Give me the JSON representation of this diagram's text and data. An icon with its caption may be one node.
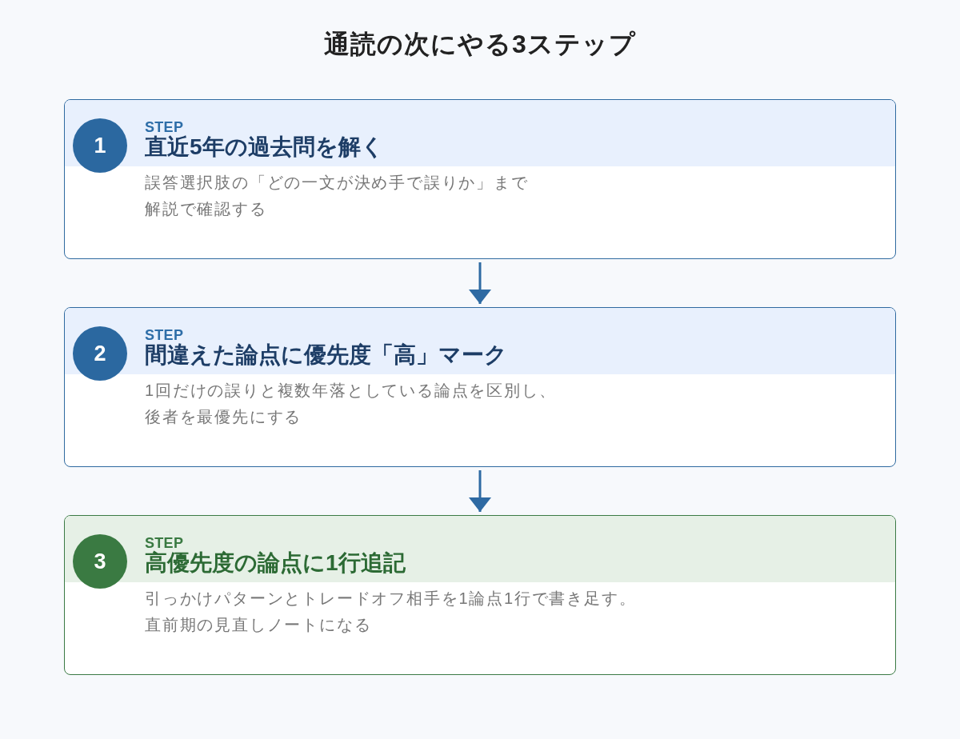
{
  "diagram": {
    "title": "通読の次にやる3ステップ",
    "nodes": [
      {
        "text": [
          "STEP",
          "直近5年の過去問を解く",
          "誤答選択肢の「どの一文が決め手で誤りか」まで解説で確認する"
        ]
      },
      {
        "text": [
          "1"
        ],
        "in": 0
      },
      {
        "text": [
          "STEP",
          "間違えた論点に優先度「高」マーク",
          "1回だけの誤りと複数年落としている論点を区別し、後者を最優先にする"
        ]
      },
      {
        "text": [
          "2"
        ],
        "in": 2
      },
      {
        "text": [
          "STEP",
          "高優先度の論点に1行追記",
          "引っかけパターンとトレードオフ相手を1論点1行で書き足す。直前期の見直しノートになる"
        ]
      },
      {
        "text": [
          "3"
        ],
        "in": 4
      }
    ],
    "edges": [
      {
        "from": 0,
        "to": 2,
        "arrow": "to"
      },
      {
        "from": 2,
        "to": 4,
        "arrow": "to"
      }
    ]
  }
}
